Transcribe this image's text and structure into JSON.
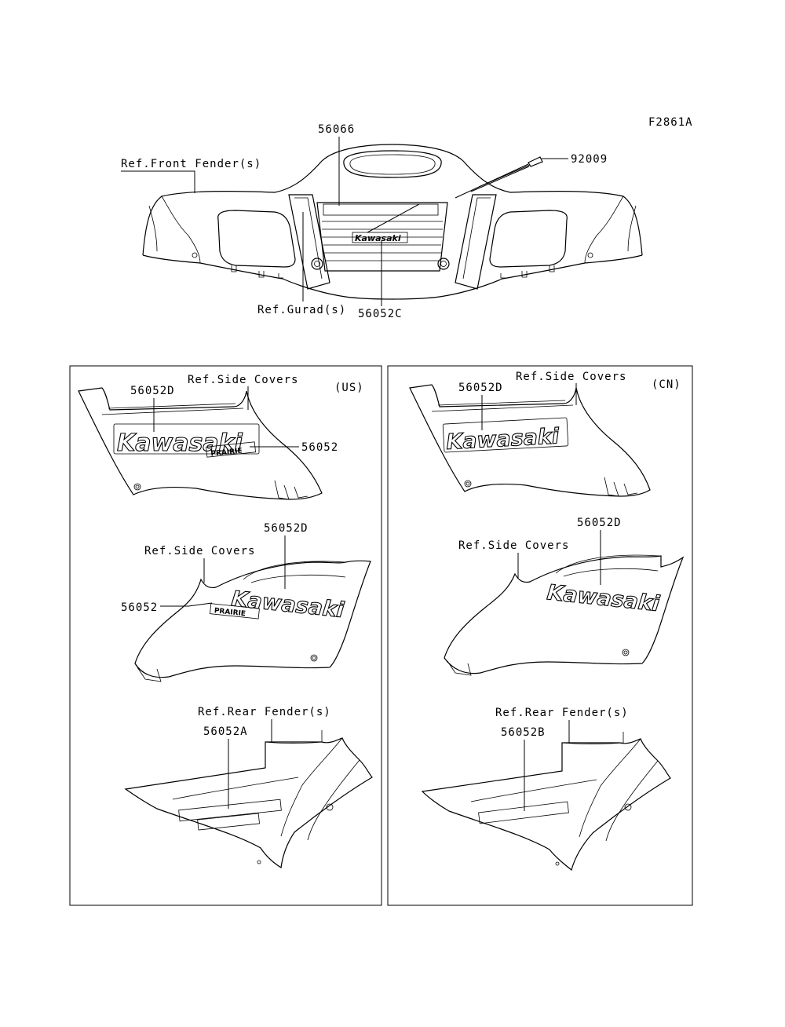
{
  "figure_code": "F2861A",
  "top": {
    "labels": {
      "p56066": "56066",
      "p92009": "92009",
      "front_fender": "Ref.Front Fender(s)",
      "guard": "Ref.Gurad(s)",
      "p56052C": "56052C"
    },
    "logo_text": "Kawasaki"
  },
  "us_panel": {
    "region": "(US)",
    "side_covers_1": "Ref.Side Covers",
    "p56052D_1": "56052D",
    "p56052_1": "56052",
    "side_covers_2": "Ref.Side Covers",
    "p56052D_2": "56052D",
    "p56052_2": "56052",
    "rear_fender": "Ref.Rear Fender(s)",
    "p56052A": "56052A",
    "logo_text": "Kawasaki",
    "sub_logo_text": "PRAIRIE"
  },
  "cn_panel": {
    "region": "(CN)",
    "side_covers_1": "Ref.Side Covers",
    "p56052D_1": "56052D",
    "side_covers_2": "Ref.Side Covers",
    "p56052D_2": "56052D",
    "rear_fender": "Ref.Rear Fender(s)",
    "p56052B": "56052B",
    "logo_text": "Kawasaki"
  }
}
